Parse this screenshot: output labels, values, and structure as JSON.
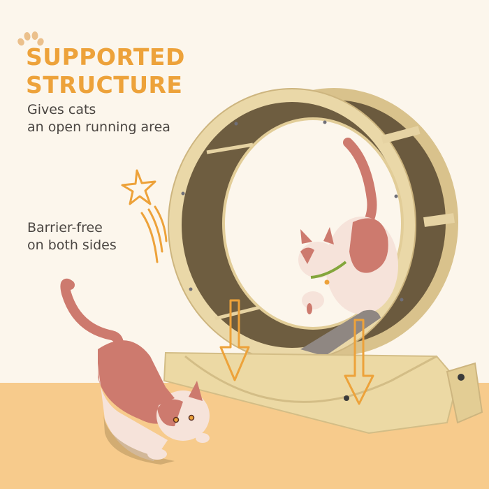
{
  "feature": {
    "headline_line1": "SUPPORTED",
    "headline_line2": "STRUCTURE",
    "description_line1": "Gives cats",
    "description_line2": "an open running area",
    "secondary_line1": "Barrier-free",
    "secondary_line2": "on both sides"
  },
  "icons": [
    "paw-print-icon",
    "shooting-star-icon",
    "down-arrow-icon",
    "down-arrow-icon"
  ],
  "colors": {
    "background": "#fcf6ec",
    "floor": "#f7cb8c",
    "accent_orange": "#eda23a",
    "paw": "#ebc08c",
    "text_dark": "#4b4642",
    "wood": "#e9d6a6",
    "cardboard": "#6b5a3e",
    "cat_pink": "#cd7a6e",
    "cat_cream": "#f6e3da",
    "collar_green": "#84a63c"
  }
}
